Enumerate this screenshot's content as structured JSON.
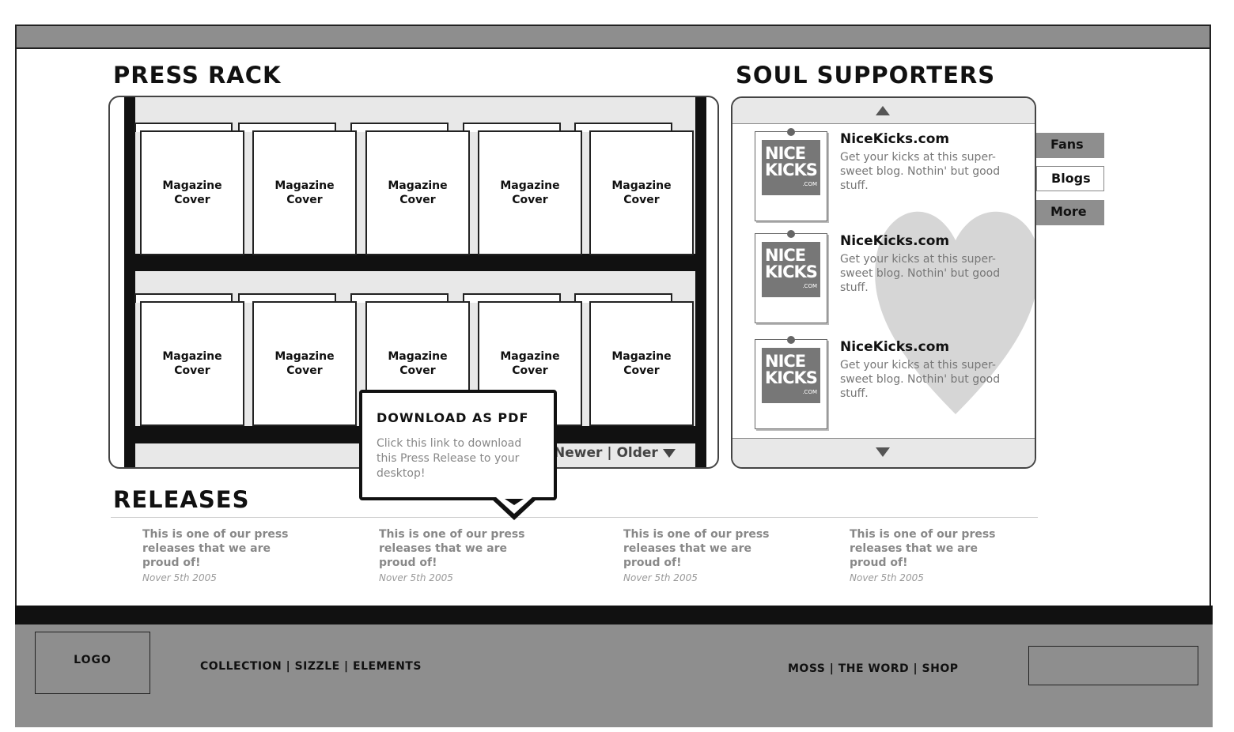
{
  "press_rack": {
    "title": "PRESS RACK",
    "cover_label": "Magazine Cover",
    "covers": [
      "Magazine\nCover",
      "Magazine\nCover",
      "Magazine\nCover",
      "Magazine\nCover",
      "Magazine\nCover",
      "Magazine\nCover",
      "Magazine\nCover",
      "Magazine\nCover",
      "Magazine\nCover",
      "Magazine\nCover"
    ],
    "pager_newer": "Newer",
    "pager_sep": "|",
    "pager_older": "Older"
  },
  "tooltip": {
    "title": "DOWNLOAD AS PDF",
    "body": "Click this link to download this Press Release to your desktop!"
  },
  "supporters": {
    "title": "SOUL SUPPORTERS",
    "items": [
      {
        "name": "NiceKicks.com",
        "desc": "Get your kicks at this super-sweet blog. Nothin' but good stuff.",
        "logo_line1": "NICE",
        "logo_line2": "KICKS",
        "logo_com": ".COM"
      },
      {
        "name": "NiceKicks.com",
        "desc": "Get your kicks at this super-sweet blog. Nothin' but good stuff.",
        "logo_line1": "NICE",
        "logo_line2": "KICKS",
        "logo_com": ".COM"
      },
      {
        "name": "NiceKicks.com",
        "desc": "Get your kicks at this super-sweet blog. Nothin' but good stuff.",
        "logo_line1": "NICE",
        "logo_line2": "KICKS",
        "logo_com": ".COM"
      }
    ],
    "tabs": [
      "Fans",
      "Blogs",
      "More"
    ]
  },
  "releases": {
    "title": "RELEASES",
    "items": [
      {
        "text": "This is one of our press releases that we are proud of!",
        "date": "Nover 5th 2005"
      },
      {
        "text": "This is one of our press releases that we are proud of!",
        "date": "Nover 5th 2005"
      },
      {
        "text": "This is one of our press releases that we are proud of!",
        "date": "Nover 5th 2005"
      },
      {
        "text": "This is one of our press releases that we are proud of!",
        "date": "Nover 5th 2005"
      }
    ]
  },
  "footer": {
    "logo": "LOGO",
    "nav_left": "COLLECTION | SIZZLE | ELEMENTS",
    "nav_right": "MOSS | THE WORD | SHOP"
  },
  "colors": {
    "panel_gray": "#8e8e8e",
    "shelf_gray": "#e8e8e8",
    "ink": "#111111"
  }
}
